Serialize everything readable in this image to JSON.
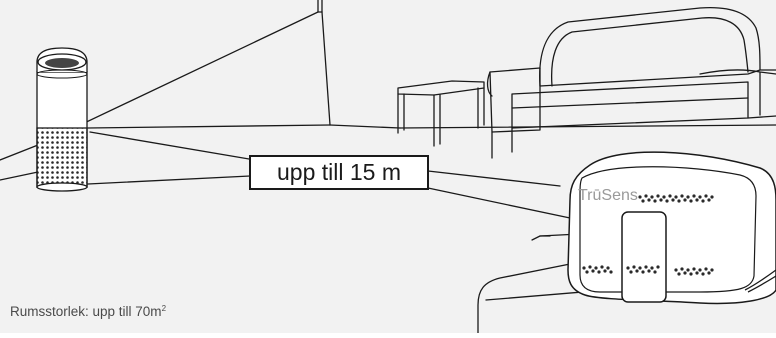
{
  "callout": {
    "label": "upp till 15 m"
  },
  "caption": {
    "text": "Rumsstorlek: upp till 70m",
    "superscript": "2"
  },
  "device": {
    "brand": "TrūSens"
  },
  "icons": [
    "air-purifier-icon",
    "air-quality-sensor-icon",
    "sofa-icon",
    "side-table-icon"
  ],
  "colors": {
    "background": "#f2f2f2",
    "line": "#1a1a1a",
    "caption": "#4a4a4a",
    "brand": "#9a9a9a"
  }
}
